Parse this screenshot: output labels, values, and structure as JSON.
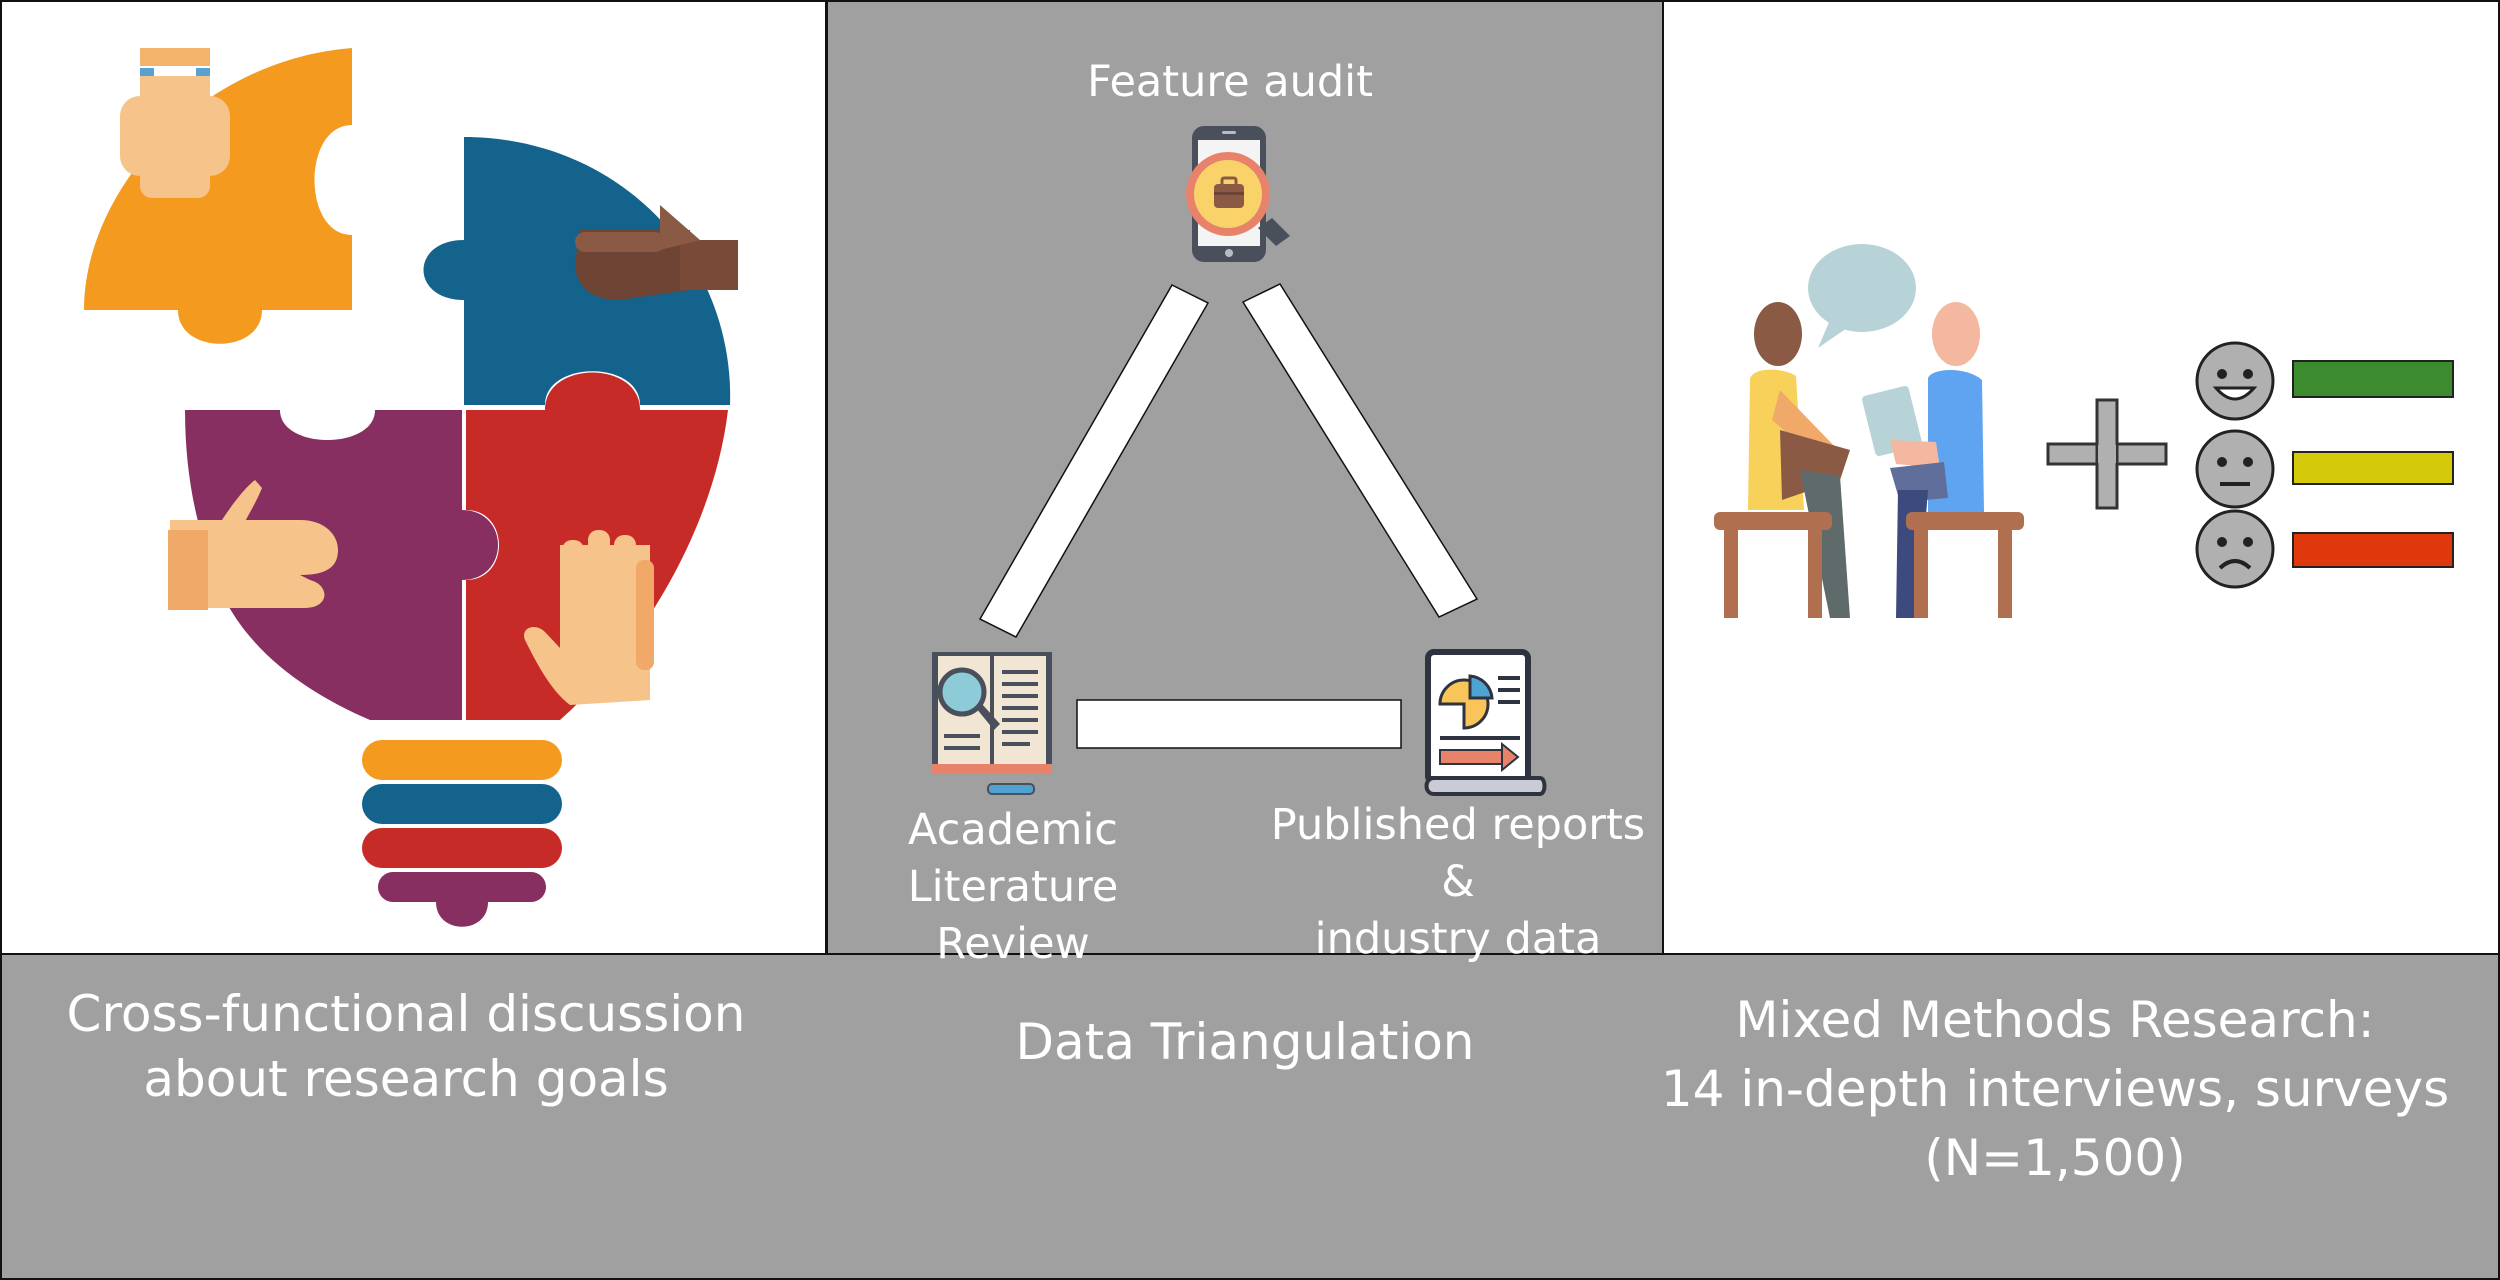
{
  "panels": {
    "left": {
      "caption_line1": "Cross-functional discussion",
      "caption_line2": "about research goals",
      "icon": "puzzle-lightbulb-icon"
    },
    "middle": {
      "caption": "Data Triangulation",
      "top_label": "Feature audit",
      "bottom_left_line1": "Academic Literature",
      "bottom_left_line2": "Review",
      "bottom_right_line1": "Published reports &",
      "bottom_right_line2": "industry data",
      "icons": [
        "phone-magnifier-icon",
        "book-magnifier-icon",
        "report-document-icon"
      ]
    },
    "right": {
      "caption_line1": "Mixed Methods Research:",
      "caption_line2": "14 in-depth interviews, surveys",
      "caption_line3": "(N=1,500)",
      "icons": [
        "interview-people-icon",
        "plus-icon",
        "happy-face-icon",
        "neutral-face-icon",
        "sad-face-icon"
      ]
    }
  },
  "colors": {
    "gray": "#a0a0a0",
    "orange": "#f49a1f",
    "blue": "#13638d",
    "red": "#c72b27",
    "purple": "#872f61",
    "bar_green": "#3d8b2f",
    "bar_yellow": "#d4c90a",
    "bar_red": "#e0380d"
  }
}
